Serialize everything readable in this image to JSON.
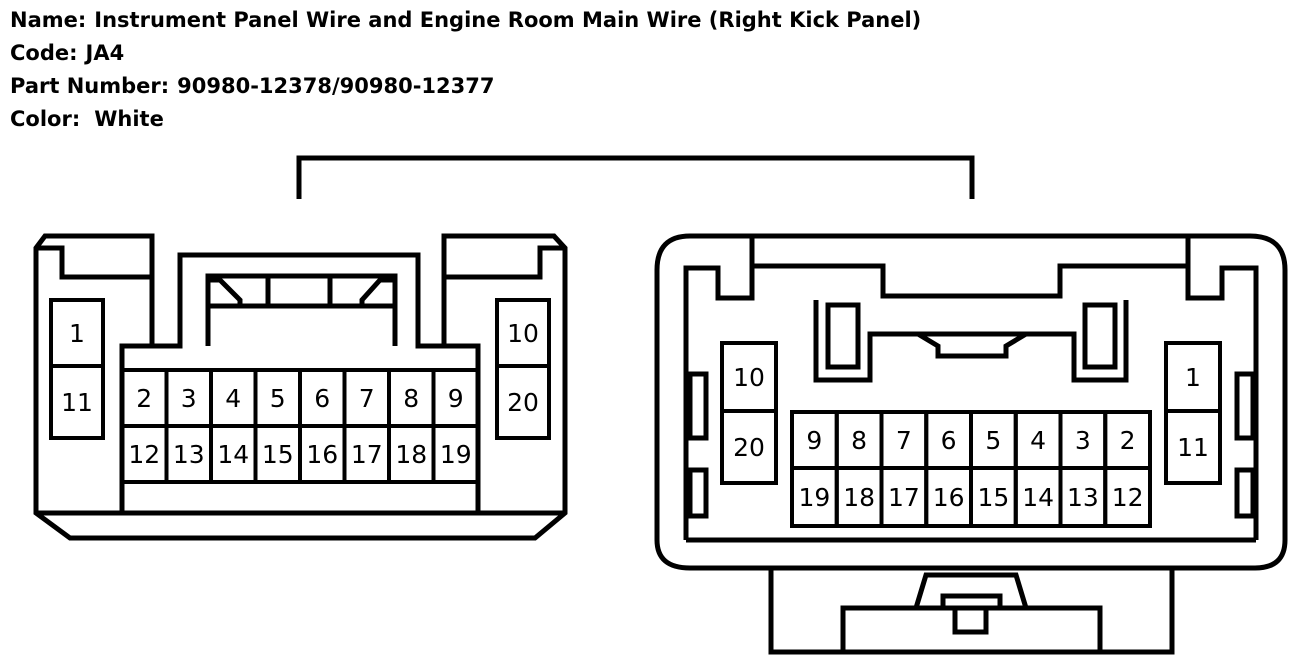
{
  "info": {
    "name_label": "Name:",
    "name_value": "Instrument Panel Wire and Engine Room Main Wire (Right Kick Panel)",
    "code_label": "Code:",
    "code_value": "JA4",
    "part_label": "Part Number:",
    "part_value": "90980-12378/90980-12377",
    "color_label": "Color:",
    "color_value": "White"
  },
  "left_connector": {
    "pins": [
      "1",
      "11",
      "10",
      "20",
      "2",
      "3",
      "4",
      "5",
      "6",
      "7",
      "8",
      "9",
      "12",
      "13",
      "14",
      "15",
      "16",
      "17",
      "18",
      "19"
    ]
  },
  "right_connector": {
    "pins": [
      "10",
      "20",
      "1",
      "11",
      "9",
      "8",
      "7",
      "6",
      "5",
      "4",
      "3",
      "2",
      "19",
      "18",
      "17",
      "16",
      "15",
      "14",
      "13",
      "12"
    ]
  },
  "colors": {
    "line": "#000000",
    "background": "#ffffff"
  }
}
